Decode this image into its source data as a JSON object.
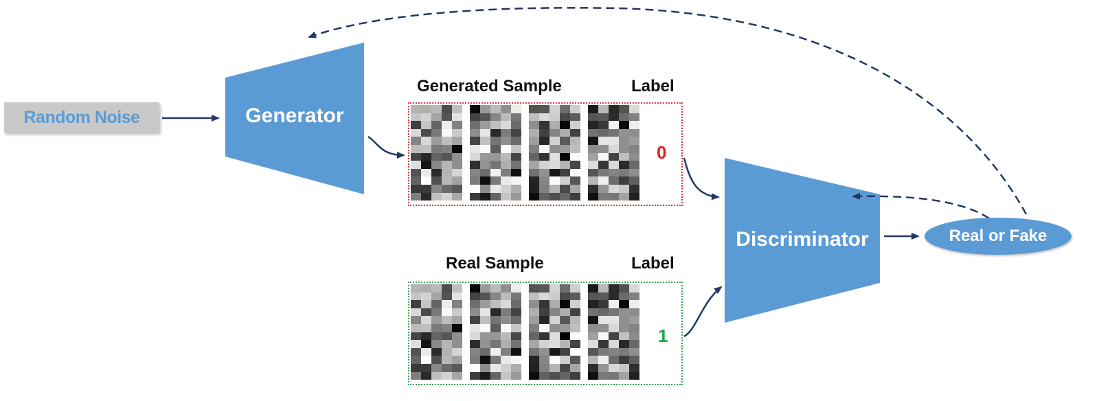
{
  "nodes": {
    "random_noise": "Random Noise",
    "generator": "Generator",
    "discriminator": "Discriminator",
    "real_or_fake": "Real or Fake"
  },
  "generated": {
    "title": "Generated Sample",
    "label_header": "Label",
    "label_value": "0"
  },
  "real": {
    "title": "Real Sample",
    "label_header": "Label",
    "label_value": "1"
  },
  "colors": {
    "node_fill": "#5b9bd5",
    "arrow": "#1f3864",
    "noise_text": "#5b9bd5",
    "noise_box": "#c9c9c9",
    "fake_border": "#d33a3a",
    "real_border": "#3aa655",
    "fake_label": "#e02020",
    "real_label": "#1ea84a"
  }
}
